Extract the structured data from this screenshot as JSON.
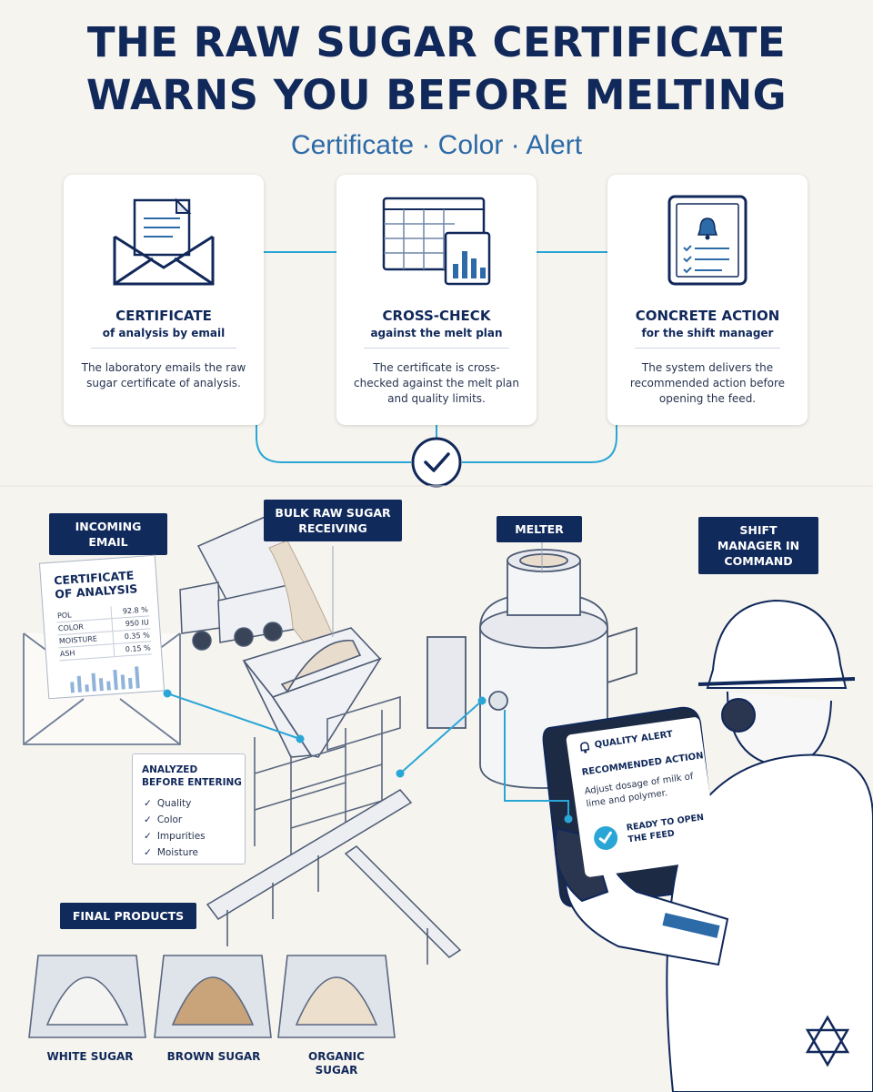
{
  "header": {
    "title_line1": "THE RAW SUGAR CERTIFICATE",
    "title_line2": "WARNS YOU BEFORE MELTING",
    "subtitle": "Certificate · Color · Alert"
  },
  "cards": [
    {
      "icon": "email-document-icon",
      "title": "CERTIFICATE",
      "subtitle": "of analysis by email",
      "description": "The laboratory emails the raw sugar certificate of analysis."
    },
    {
      "icon": "spreadsheet-chart-icon",
      "title": "CROSS-CHECK",
      "subtitle": "against the melt plan",
      "description": "The certificate is cross-checked against the melt plan and quality limits."
    },
    {
      "icon": "tablet-alert-icon",
      "title": "CONCRETE ACTION",
      "subtitle": "for the shift manager",
      "description": "The system delivers the recommended action before opening the feed."
    }
  ],
  "scene": {
    "incoming_email": "INCOMING EMAIL",
    "bulk_receiving": "BULK RAW SUGAR RECEIVING",
    "melter": "MELTER",
    "shift_manager": "SHIFT MANAGER IN COMMAND",
    "final_products": "FINAL PRODUCTS",
    "certificate": {
      "title": "CERTIFICATE OF ANALYSIS",
      "rows": [
        {
          "label": "POL",
          "value": "92.8 %"
        },
        {
          "label": "COLOR",
          "value": "950 IU"
        },
        {
          "label": "MOISTURE",
          "value": "0.35 %"
        },
        {
          "label": "ASH",
          "value": "0.15 %"
        }
      ]
    },
    "analyzed": {
      "title": "ANALYZED BEFORE ENTERING",
      "items": [
        "Quality",
        "Color",
        "Impurities",
        "Moisture"
      ]
    },
    "tablet": {
      "alert": "QUALITY ALERT",
      "recommended": "RECOMMENDED ACTION",
      "description": "Adjust dosage of milk of lime and polymer.",
      "ready": "READY TO OPEN THE FEED"
    },
    "products": [
      {
        "name": "WHITE SUGAR",
        "color": "#f4f4f2"
      },
      {
        "name": "BROWN SUGAR",
        "color": "#c9a47a"
      },
      {
        "name": "ORGANIC SUGAR",
        "color": "#ece0cc"
      }
    ]
  },
  "colors": {
    "navy": "#112a5c",
    "accent": "#2aa6d6",
    "title": "#10285a"
  }
}
